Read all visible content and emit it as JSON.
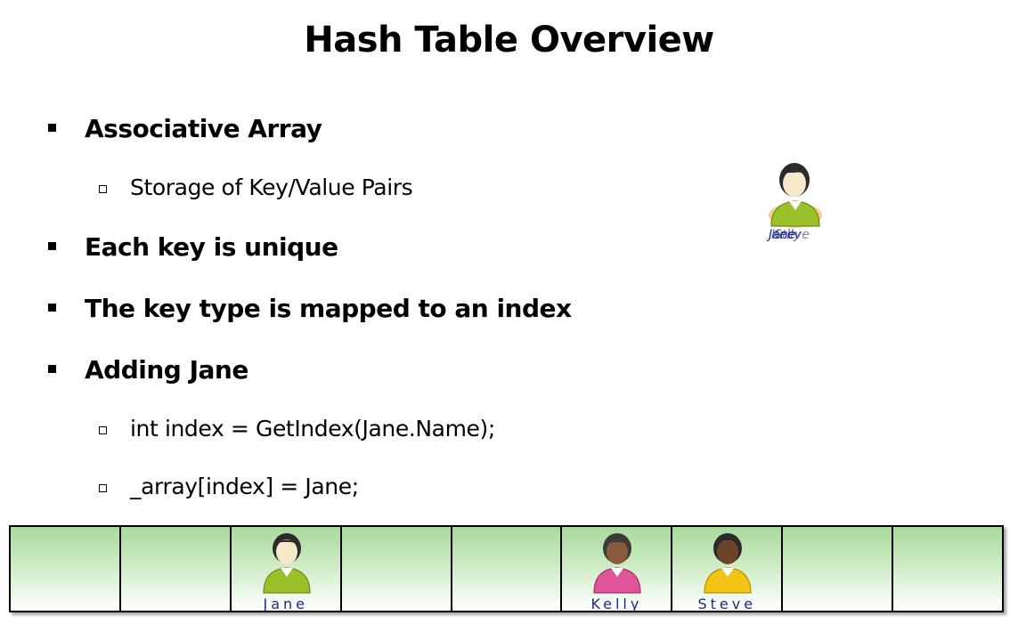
{
  "title": "Hash Table Overview",
  "bullets": [
    {
      "text": "Associative Array"
    },
    {
      "text": "Storage of Key/Value Pairs"
    },
    {
      "text": "Each key is unique"
    },
    {
      "text": "The key type is mapped to an index"
    },
    {
      "text": "Adding Jane"
    },
    {
      "text": "int index = GetIndex(Jane.Name);"
    },
    {
      "text": "_array[index] = Jane;"
    }
  ],
  "floating_person": {
    "names": [
      "Jane",
      "Kelly",
      "Steve"
    ],
    "icon": "person-icon"
  },
  "array": {
    "cells": [
      {
        "name": ""
      },
      {
        "name": ""
      },
      {
        "name": "Jane",
        "shirt": "#9bc12a"
      },
      {
        "name": ""
      },
      {
        "name": ""
      },
      {
        "name": "Kelly",
        "shirt": "#e0559a"
      },
      {
        "name": "Steve",
        "shirt": "#f2c415"
      },
      {
        "name": ""
      },
      {
        "name": ""
      }
    ]
  }
}
